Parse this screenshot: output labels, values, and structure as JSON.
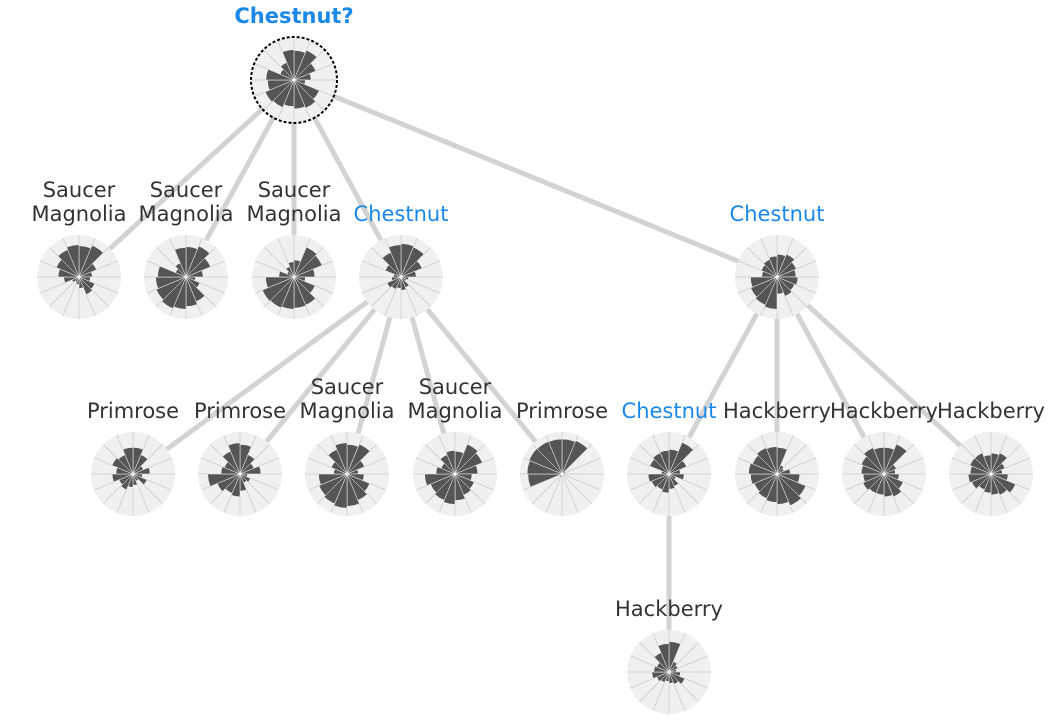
{
  "colors": {
    "highlight": "#1a88e8",
    "text": "#333333",
    "edge": "#d3d3d3",
    "glyph_background": "#f0f0f0",
    "glyph_grid": "#cccccc",
    "glyph_fill": "#555555"
  },
  "tree": {
    "id": "root",
    "label": [
      "Chestnut?"
    ],
    "highlighted": true,
    "selected": true,
    "petals": [
      0.78,
      0.85,
      0.62,
      0.45,
      0.3,
      0.72,
      0.8,
      0.76,
      0.7,
      0.78,
      0.82,
      0.7,
      0.74,
      0.4,
      0.5,
      0.8
    ],
    "children": [
      {
        "id": "n1",
        "label": [
          "Saucer",
          "Magnolia"
        ],
        "highlighted": false,
        "petals": [
          0.82,
          0.9,
          0.5,
          0.35,
          0.3,
          0.45,
          0.5,
          0.3,
          0.2,
          0.15,
          0.2,
          0.4,
          0.55,
          0.65,
          0.78,
          0.85
        ]
      },
      {
        "id": "n2",
        "label": [
          "Saucer",
          "Magnolia"
        ],
        "highlighted": false,
        "petals": [
          0.8,
          0.88,
          0.7,
          0.45,
          0.25,
          0.4,
          0.7,
          0.78,
          0.85,
          0.9,
          0.85,
          0.8,
          0.75,
          0.3,
          0.4,
          0.78
        ]
      },
      {
        "id": "n3",
        "label": [
          "Saucer",
          "Magnolia"
        ],
        "highlighted": false,
        "petals": [
          0.45,
          0.85,
          0.8,
          0.55,
          0.3,
          0.6,
          0.8,
          0.82,
          0.85,
          0.88,
          0.9,
          0.75,
          0.4,
          0.2,
          0.3,
          0.4
        ]
      },
      {
        "id": "n4",
        "label": [
          "Chestnut"
        ],
        "highlighted": true,
        "petals": [
          0.88,
          0.85,
          0.6,
          0.4,
          0.2,
          0.15,
          0.3,
          0.35,
          0.3,
          0.35,
          0.4,
          0.25,
          0.2,
          0.45,
          0.7,
          0.85
        ],
        "children": [
          {
            "id": "n4a",
            "label": [
              "Primrose"
            ],
            "highlighted": false,
            "petals": [
              0.7,
              0.55,
              0.3,
              0.45,
              0.25,
              0.4,
              0.2,
              0.3,
              0.35,
              0.45,
              0.4,
              0.55,
              0.45,
              0.6,
              0.55,
              0.7
            ]
          },
          {
            "id": "n4b",
            "label": [
              "Primrose"
            ],
            "highlighted": false,
            "petals": [
              0.78,
              0.55,
              0.4,
              0.55,
              0.2,
              0.3,
              0.25,
              0.45,
              0.6,
              0.55,
              0.65,
              0.85,
              0.5,
              0.45,
              0.65,
              0.82
            ]
          },
          {
            "id": "n4c",
            "label": [
              "Saucer",
              "Magnolia"
            ],
            "highlighted": false,
            "petals": [
              0.78,
              0.85,
              0.5,
              0.3,
              0.45,
              0.65,
              0.75,
              0.85,
              0.9,
              0.85,
              0.8,
              0.75,
              0.35,
              0.45,
              0.7,
              0.82
            ]
          },
          {
            "id": "n4d",
            "label": [
              "Saucer",
              "Magnolia"
            ],
            "highlighted": false,
            "petals": [
              0.6,
              0.85,
              0.78,
              0.6,
              0.45,
              0.55,
              0.6,
              0.7,
              0.8,
              0.75,
              0.7,
              0.8,
              0.5,
              0.4,
              0.55,
              0.62
            ]
          },
          {
            "id": "n4e",
            "label": [
              "Primrose"
            ],
            "highlighted": false,
            "petals": [
              0.92,
              0.95,
              0.1,
              0.05,
              0.05,
              0.05,
              0.05,
              0.05,
              0.05,
              0.1,
              0.05,
              0.9,
              0.92,
              0.94,
              0.93,
              0.92
            ]
          }
        ]
      },
      {
        "id": "n5",
        "label": [
          "Chestnut"
        ],
        "highlighted": true,
        "petals": [
          0.6,
          0.65,
          0.55,
          0.5,
          0.55,
          0.5,
          0.55,
          0.45,
          0.85,
          0.8,
          0.75,
          0.7,
          0.4,
          0.45,
          0.5,
          0.55
        ],
        "children": [
          {
            "id": "n5a",
            "label": [
              "Chestnut"
            ],
            "highlighted": true,
            "petals": [
              0.65,
              0.9,
              0.5,
              0.3,
              0.4,
              0.2,
              0.35,
              0.4,
              0.5,
              0.45,
              0.5,
              0.55,
              0.2,
              0.55,
              0.6,
              0.62
            ],
            "children": [
              {
                "id": "n5a1",
                "label": [
                  "Hackberry"
                ],
                "highlighted": false,
                "petals": [
                  0.8,
                  0.3,
                  0.25,
                  0.2,
                  0.3,
                  0.45,
                  0.35,
                  0.3,
                  0.25,
                  0.3,
                  0.35,
                  0.45,
                  0.4,
                  0.35,
                  0.55,
                  0.75
                ]
              }
            ]
          },
          {
            "id": "n5b",
            "label": [
              "Hackberry"
            ],
            "highlighted": false,
            "petals": [
              0.7,
              0.25,
              0.2,
              0.35,
              0.6,
              0.82,
              0.9,
              0.8,
              0.75,
              0.7,
              0.65,
              0.7,
              0.75,
              0.7,
              0.75,
              0.72
            ]
          },
          {
            "id": "n5c",
            "label": [
              "Hackberry"
            ],
            "highlighted": false,
            "petals": [
              0.7,
              0.85,
              0.35,
              0.3,
              0.4,
              0.55,
              0.65,
              0.6,
              0.55,
              0.55,
              0.6,
              0.55,
              0.6,
              0.65,
              0.75,
              0.7
            ]
          },
          {
            "id": "n5d",
            "label": [
              "Hackberry"
            ],
            "highlighted": false,
            "petals": [
              0.55,
              0.6,
              0.4,
              0.3,
              0.45,
              0.7,
              0.6,
              0.55,
              0.5,
              0.45,
              0.55,
              0.6,
              0.55,
              0.6,
              0.6,
              0.5
            ]
          }
        ]
      }
    ]
  }
}
